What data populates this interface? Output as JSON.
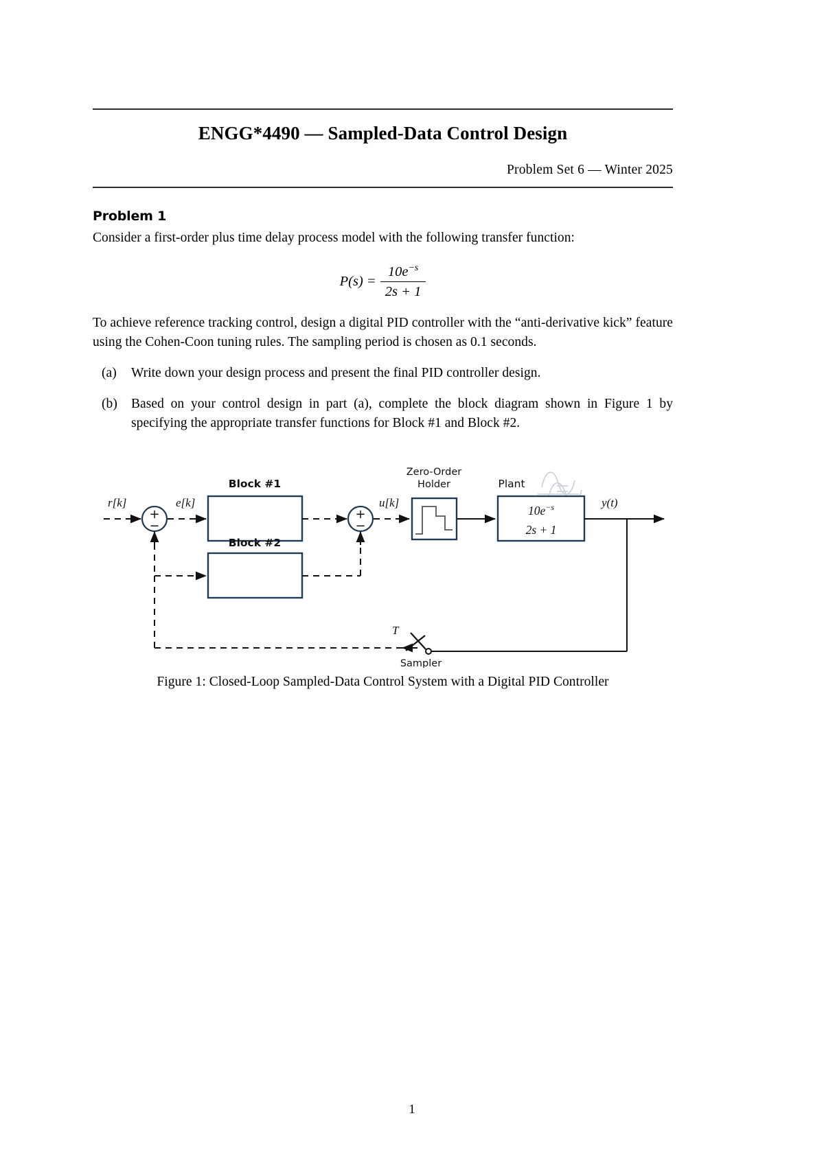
{
  "header": {
    "title": "ENGG*4490 — Sampled-Data Control Design",
    "subtitle": "Problem Set 6 — Winter 2025"
  },
  "problem": {
    "heading": "Problem 1",
    "intro": "Consider a first-order plus time delay process model with the following transfer function:",
    "equation": {
      "lhs": "P(s) =",
      "numerator": "10e",
      "numerator_exponent": "−s",
      "denominator": "2s + 1",
      "plain": "P(s) = 10e^{-s} / (2s + 1)"
    },
    "paragraph": "To achieve reference tracking control, design a digital PID controller with the “anti-derivative kick” feature using the Cohen-Coon tuning rules. The sampling period is chosen as 0.1 seconds.",
    "items": [
      {
        "marker": "(a)",
        "text": "Write down your design process and present the final PID controller design."
      },
      {
        "marker": "(b)",
        "text": "Based on your control design in part (a), complete the block diagram shown in Figure 1 by specifying the appropriate transfer functions for Block #1 and Block #2."
      }
    ]
  },
  "figure": {
    "caption": "Figure 1: Closed-Loop Sampled-Data Control System with a Digital PID Controller",
    "labels": {
      "input_signal": "r[k]",
      "error_signal": "e[k]",
      "control_signal": "u[k]",
      "output_signal": "y(t)",
      "block1": "Block #1",
      "block2": "Block #2",
      "zoh_line1": "Zero-Order",
      "zoh_line2": "Holder",
      "plant": "Plant",
      "plant_numerator": "10e",
      "plant_numerator_exponent": "−s",
      "plant_denominator": "2s + 1",
      "sampler_period": "T",
      "sampler": "Sampler",
      "sum_plus": "+",
      "sum_minus": "−"
    },
    "colors": {
      "block_stroke": "#1f3a52",
      "line": "#111111",
      "wave": "#c9cfd6"
    }
  },
  "footer": {
    "page_number": "1"
  }
}
